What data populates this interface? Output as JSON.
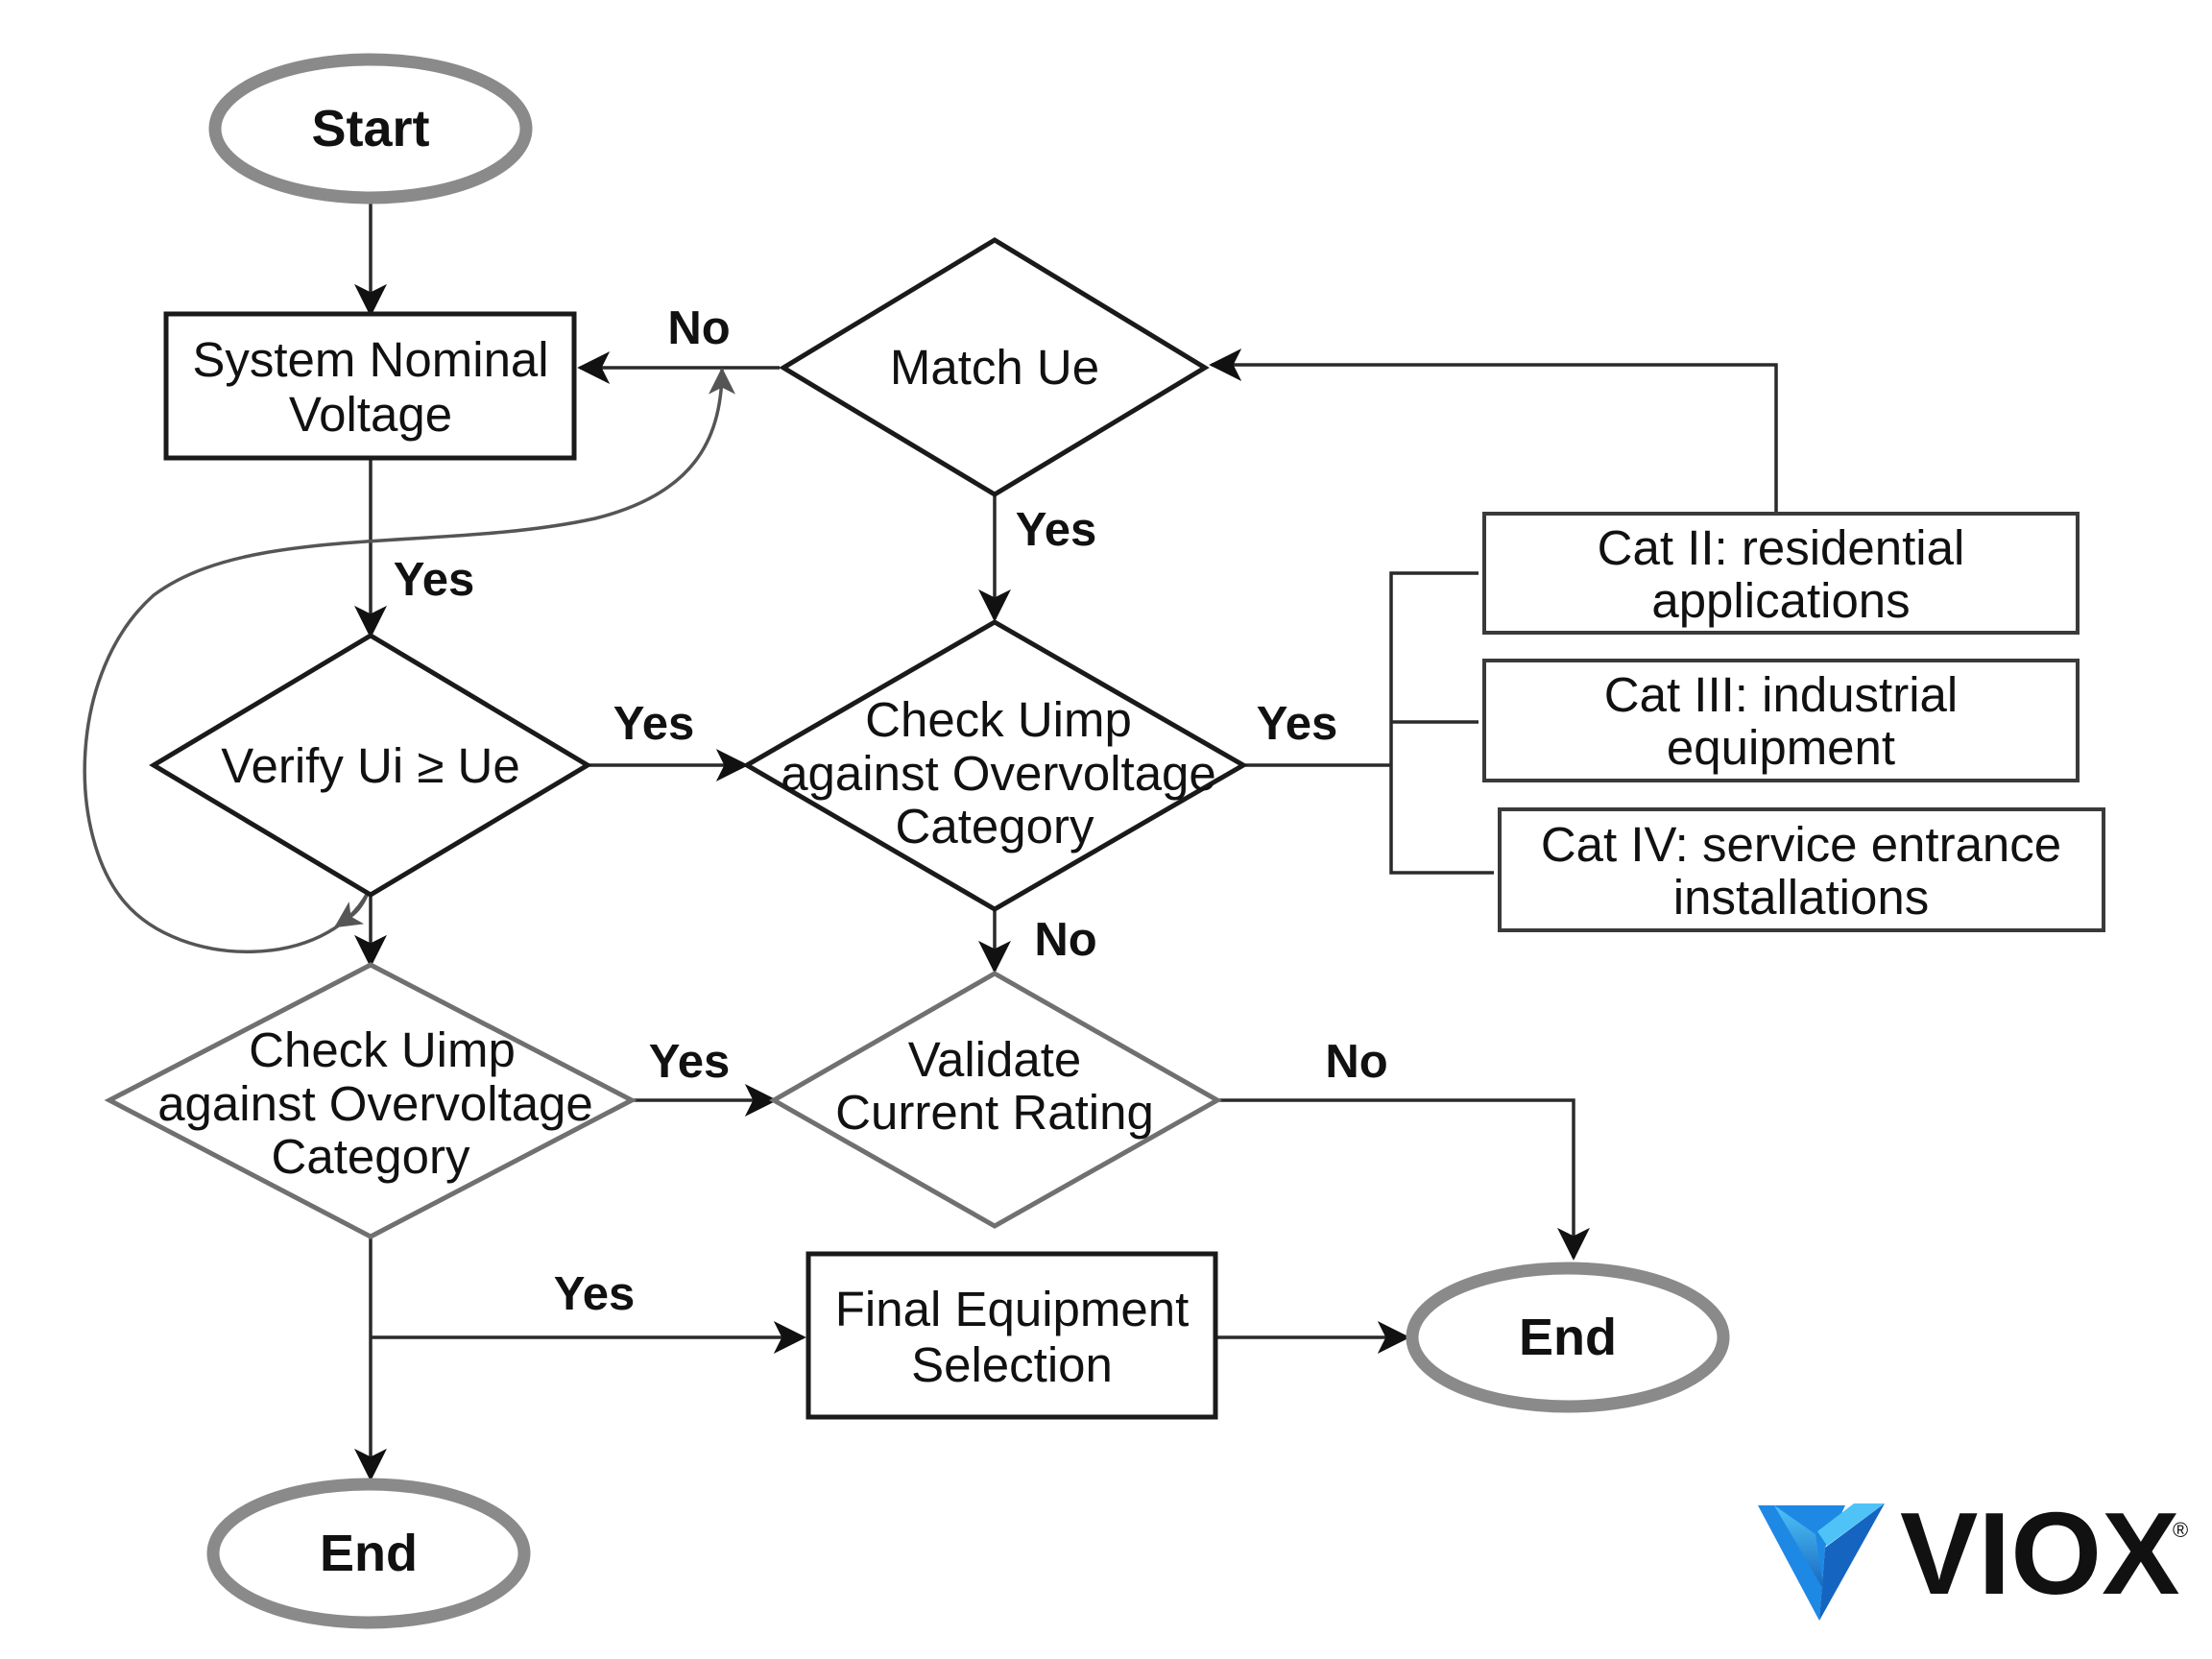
{
  "nodes": {
    "start": "Start",
    "system_nominal_voltage": [
      "System Nominal",
      "Voltage"
    ],
    "match_ue": "Match Ue",
    "verify_ui_ue": "Verify Ui ≥ Ue",
    "check_uimp_top": [
      "Check Uimp",
      "against Overvoltage",
      "Category"
    ],
    "check_uimp_bottom": [
      "Check Uimp",
      "against Overvoltage",
      "Category"
    ],
    "validate_current_rating": [
      "Validate",
      "Current Rating"
    ],
    "final_equipment_selection": [
      "Final Equipment",
      "Selection"
    ],
    "end_right": "End",
    "end_bottom": "End",
    "cat_ii": [
      "Cat II: residential",
      "applications"
    ],
    "cat_iii": [
      "Cat III: industrial",
      "equipment"
    ],
    "cat_iv": [
      "Cat IV: service entrance",
      "installations"
    ]
  },
  "edge_labels": {
    "match_no": "No",
    "match_yes": "Yes",
    "voltage_yes": "Yes",
    "verify_yes": "Yes",
    "check_top_yes": "Yes",
    "check_top_no": "No",
    "check_bottom_yes": "Yes",
    "validate_no": "No",
    "bottom_yes": "Yes"
  },
  "logo": {
    "text": "VIOX",
    "mark": "®",
    "colors": [
      "#1f2f8c",
      "#1e88e5",
      "#4fc3f7"
    ]
  }
}
